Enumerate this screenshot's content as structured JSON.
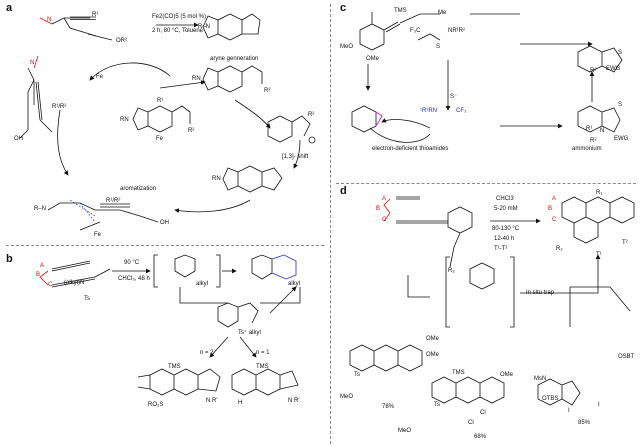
{
  "panels": {
    "a": {
      "label": "a",
      "conditions": [
        "Fe2(CO)5 (5 mol %)",
        "2 h, 80 °C, Toluene"
      ],
      "labels": {
        "aryne": "aryne genneration",
        "aromatization": "aromatization",
        "shift": "[1,3]- shift",
        "fe_top": "Fe",
        "fe_mid": "Fe",
        "fe_bottom": "Fe",
        "r_n": "R–N",
        "rn1": "RN",
        "rn2": "RN",
        "rn3": "RN",
        "r1": "R¹",
        "r1r2": "R¹/R²",
        "r1r2_b": "R¹/R²",
        "or2": "OR²",
        "oh": "OH",
        "oh2": "OH",
        "r2": "R²",
        "r2b": "R²",
        "r2c": "R²",
        "n": "N"
      }
    },
    "b": {
      "label": "b",
      "conditions": [
        "90 °C",
        "CHCl₃, 48 h"
      ],
      "labels": {
        "alkyl_n": "(alkyl)N",
        "ts": "Ts",
        "alkyl": "alkyl",
        "alkyl2": "alkyl",
        "ts_alkyl": "Ts⁺ alkyl",
        "n2": "n = 2",
        "n1": "n = 1",
        "tms1": "TMS",
        "tms2": "TMS",
        "ro2s": "RO₂S",
        "h": "H",
        "nr1": "N R'",
        "nr2": "N R'",
        "a": "A",
        "b": "B",
        "c": "C"
      }
    },
    "c": {
      "label": "c",
      "labels": {
        "tms": "TMS",
        "me": "Me",
        "meo": "MeO",
        "ome": "OMe",
        "cf3": "F₃C",
        "nr1r2": "NR¹R²",
        "s": "S",
        "s_minus": "S⁻",
        "anion_label": "¹R²RN",
        "cf3b": "CF₃",
        "thioamides": "electron-deficient thioamides",
        "ammonium": "ammonium",
        "ewg": "EWG",
        "ewg2": "EWG",
        "r": "R¹",
        "n": "N",
        "r2": "R²",
        "s2": "S",
        "r3": "R²"
      }
    },
    "d": {
      "label": "d",
      "conditions": [
        "CHCl3",
        "5-20 mM",
        "80-130 °C",
        "12-40 h",
        "T¹-T²"
      ],
      "labels": {
        "in_situ": "In situ trap",
        "r1": "R₁",
        "r2": "R₂",
        "r2b": "R₂",
        "t1": "T¹",
        "t2": "T²",
        "ts": "Ts",
        "ts2": "Ts",
        "ome1": "OMe",
        "ome2": "OMe",
        "ome3": "OMe",
        "meo": "MeO",
        "meo2": "MeO",
        "tms": "TMS",
        "cl1": "Cl",
        "cl2": "Cl",
        "msn": "MsN",
        "otbs": "OTBS",
        "osbt": "OSBT",
        "i1": "I",
        "i2": "I",
        "n": "N",
        "a": "A",
        "b": "B",
        "c": "C",
        "a2": "A",
        "b2": "B",
        "c2": "C"
      },
      "yields": [
        "78%",
        "68%",
        "85%"
      ]
    }
  },
  "colors": {
    "accent_red": "#d11111",
    "accent_blue": "#1b2fd4",
    "highlight": "#c033c0"
  }
}
